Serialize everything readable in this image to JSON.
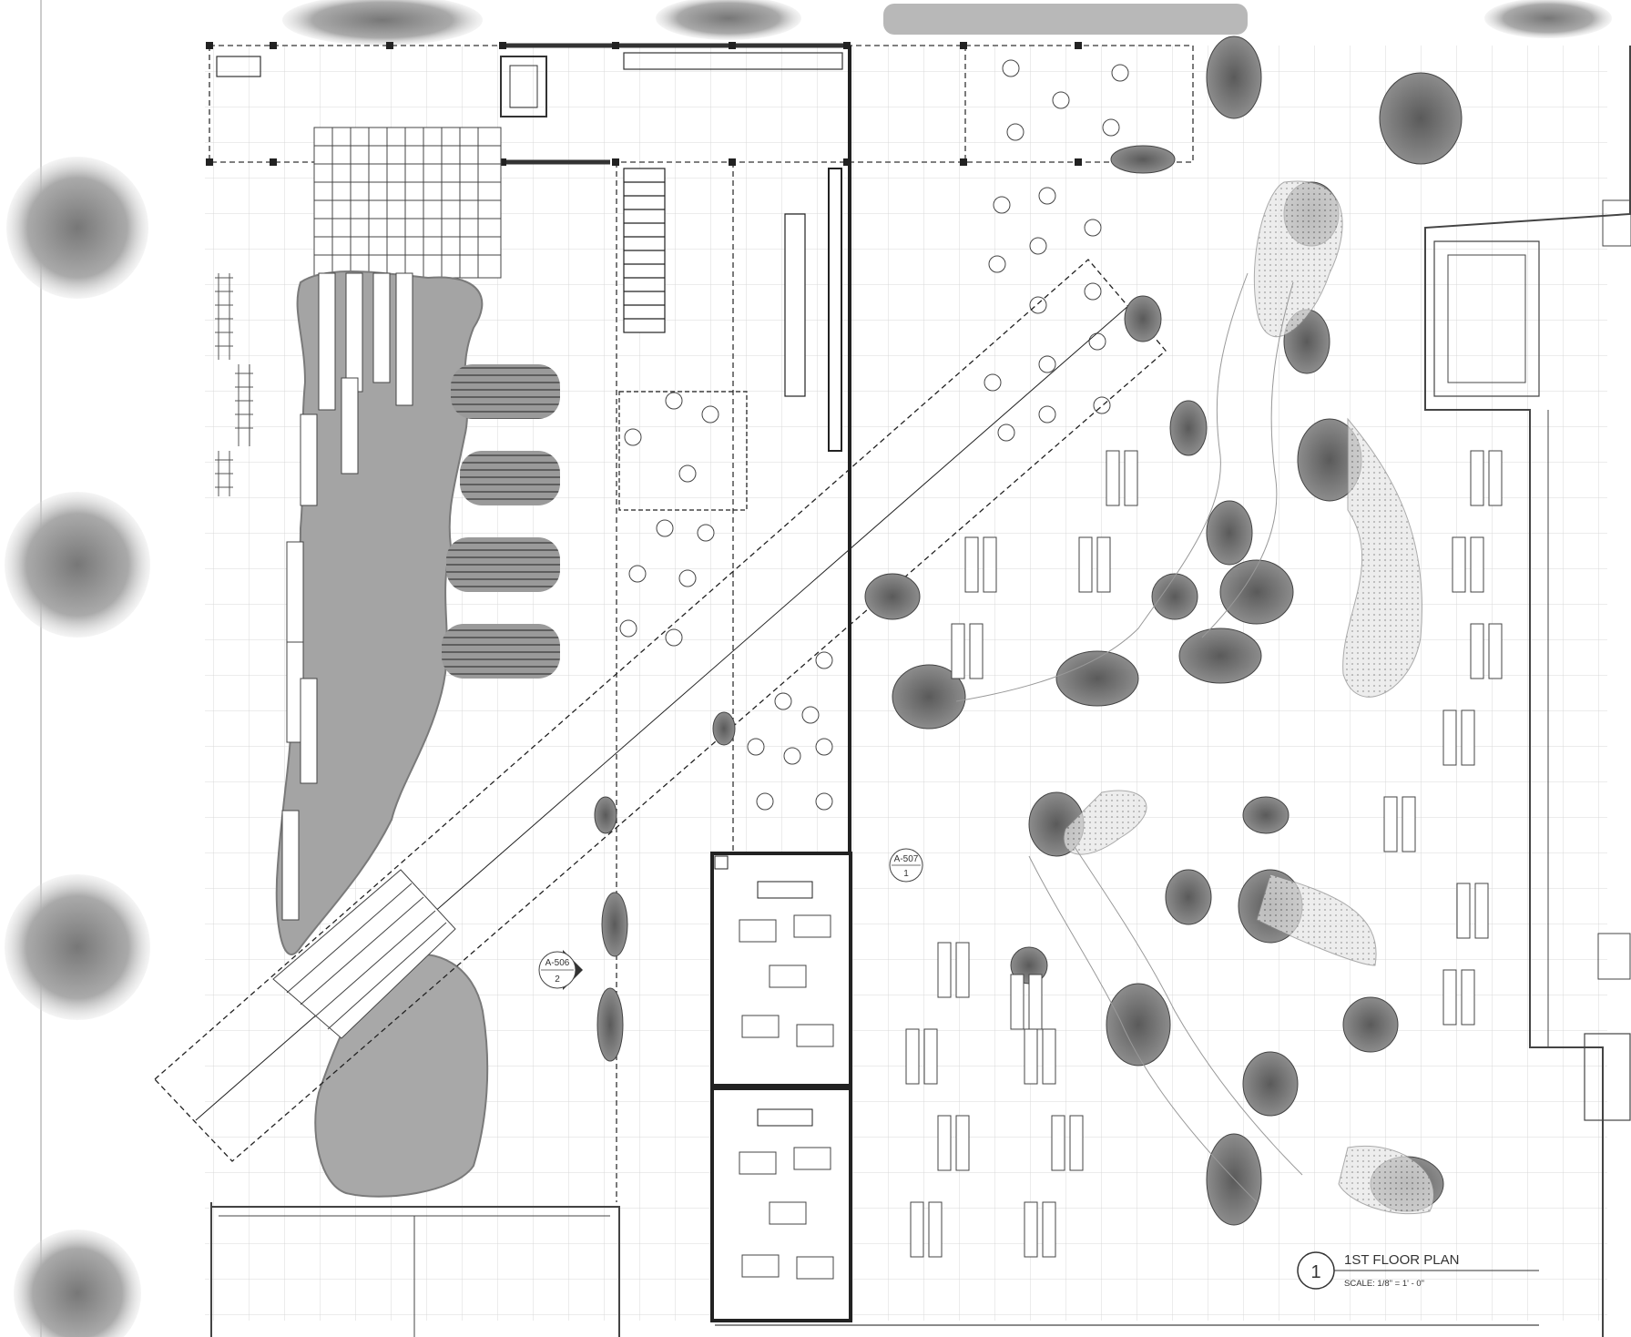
{
  "title_block": {
    "number": "1",
    "title": "1ST FLOOR PLAN",
    "scale": "SCALE: 1/8\" = 1' - 0\""
  },
  "section_markers": [
    {
      "sheet": "A-507",
      "detail": "1"
    },
    {
      "sheet": "A-506",
      "detail": "2"
    }
  ],
  "colors": {
    "line": "#333333",
    "grid": "#d4d4d4",
    "landscape": "#8a8a8a",
    "rock": "#6f6f6f",
    "tree": "#9a9a9a"
  }
}
